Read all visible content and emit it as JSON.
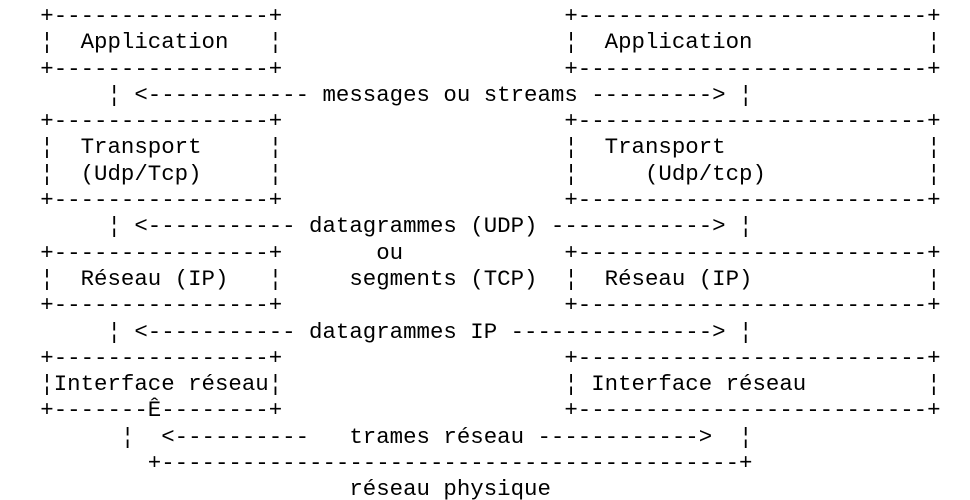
{
  "page": {
    "background_color": "#ffffff",
    "text_color": "#000000"
  },
  "diagram": {
    "lines": [
      "   +----------------+                     +--------------------------+",
      "   ¦  Application   ¦                     ¦  Application             ¦",
      "   +----------------+                     +--------------------------+",
      "        ¦ <------------ messages ou streams ---------> ¦",
      "   +----------------+                     +--------------------------+",
      "   ¦  Transport     ¦                     ¦  Transport               ¦",
      "   ¦  (Udp/Tcp)     ¦                     ¦     (Udp/tcp)            ¦",
      "   +----------------+                     +--------------------------+",
      "        ¦ <----------- datagrammes (UDP) ------------> ¦",
      "   +----------------+       ou            +--------------------------+",
      "   ¦  Réseau (IP)   ¦     segments (TCP)  ¦  Réseau (IP)             ¦",
      "   +----------------+                     +--------------------------+",
      "        ¦ <----------- datagrammes IP ---------------> ¦",
      "   +----------------+                     +--------------------------+",
      "   ¦Interface réseau¦                     ¦ Interface réseau         ¦",
      "   +-------Ê--------+                     +--------------------------+",
      "         ¦  <----------   trames réseau ------------>  ¦",
      "           +-------------------------------------------+",
      "                          réseau physique"
    ],
    "semantics": {
      "left_stack_layers": [
        "Application",
        "Transport (Udp/Tcp)",
        "Réseau (IP)",
        "Interface réseau"
      ],
      "right_stack_layers": [
        "Application",
        "Transport (Udp/tcp)",
        "Réseau (IP)",
        "Interface réseau"
      ],
      "arrow_labels": [
        "messages ou streams",
        "datagrammes (UDP) ou segments (TCP)",
        "datagrammes IP",
        "trames réseau"
      ],
      "physical_network_label": "réseau physique"
    }
  }
}
